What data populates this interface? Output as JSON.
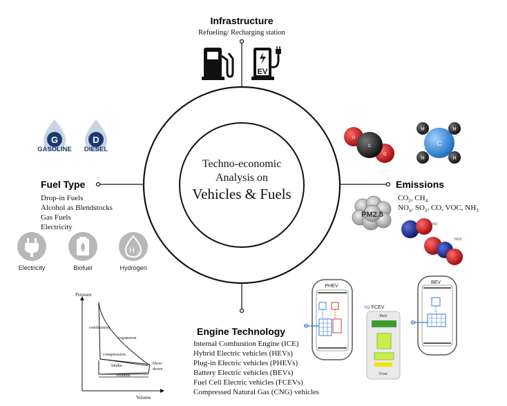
{
  "center": {
    "line1": "Techno-economic",
    "line2": "Analysis on",
    "line3": "Vehicles & Fuels"
  },
  "infrastructure": {
    "title": "Infrastructure",
    "subtitle": "Refueling/ Recharging station",
    "ev_letters": "EV"
  },
  "fuel_type": {
    "title": "Fuel Type",
    "items": [
      "Drop-in Fuels",
      "Alcohol as Blendstocks",
      "Gas Fuels",
      "Electricity"
    ],
    "badges": [
      {
        "letter": "G",
        "label": "GASOLINE"
      },
      {
        "letter": "D",
        "label": "DIESEL"
      }
    ],
    "icons": [
      {
        "label": "Electricity"
      },
      {
        "label": "Biofuel"
      },
      {
        "label": "Hydrogen",
        "symbol": "H",
        "subscript": "2"
      }
    ]
  },
  "emissions": {
    "title": "Emissions",
    "molecule_co2_atoms": [
      "O",
      "C",
      "O"
    ],
    "molecule_ch4_atoms": [
      "H",
      "H",
      "C",
      "H",
      "H"
    ],
    "pm_label": "PM2.5",
    "no_label": "NO",
    "no2_label": "NO2"
  },
  "engine": {
    "title": "Engine Technology",
    "items": [
      "Internal Combustion Engine (ICE)",
      "Hybrid Electric vehicles (HEVs)",
      "Plug-in Electric vehicles (PHEVs)",
      "Battery Electric vehicles (BEVs)",
      "Fuel Cell Electric vehicles (FCEVs)",
      "Compressed Natural Gas (CNG) vehicles"
    ],
    "vehicles": {
      "phev": "PHEV",
      "bev": "BEV",
      "fcev": "FCEV",
      "h2": "H2",
      "back": "Back",
      "front": "Front"
    }
  },
  "pv_diagram": {
    "ylabel": "Pressure",
    "xlabel": "Volume",
    "labels": [
      "combustion",
      "expansion",
      "compression",
      "intake",
      "blow-",
      "down",
      "exhaust"
    ]
  }
}
